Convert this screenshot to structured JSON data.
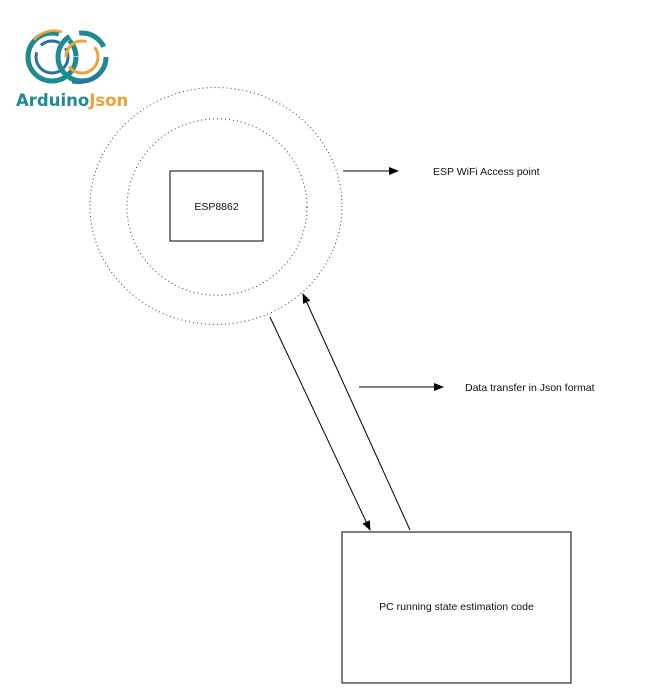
{
  "logo": {
    "word_part1": "Arduino",
    "word_part2": "Json",
    "color_teal": "#1f8a8f",
    "color_gold": "#e8a33a",
    "color_blue": "#2a6fa0"
  },
  "nodes": {
    "esp": {
      "label": "ESP8862"
    },
    "pc": {
      "label": "PC running state estimation code"
    }
  },
  "annotations": {
    "access_point": "ESP WiFi Access point",
    "data_transfer": "Data transfer in Json format"
  }
}
